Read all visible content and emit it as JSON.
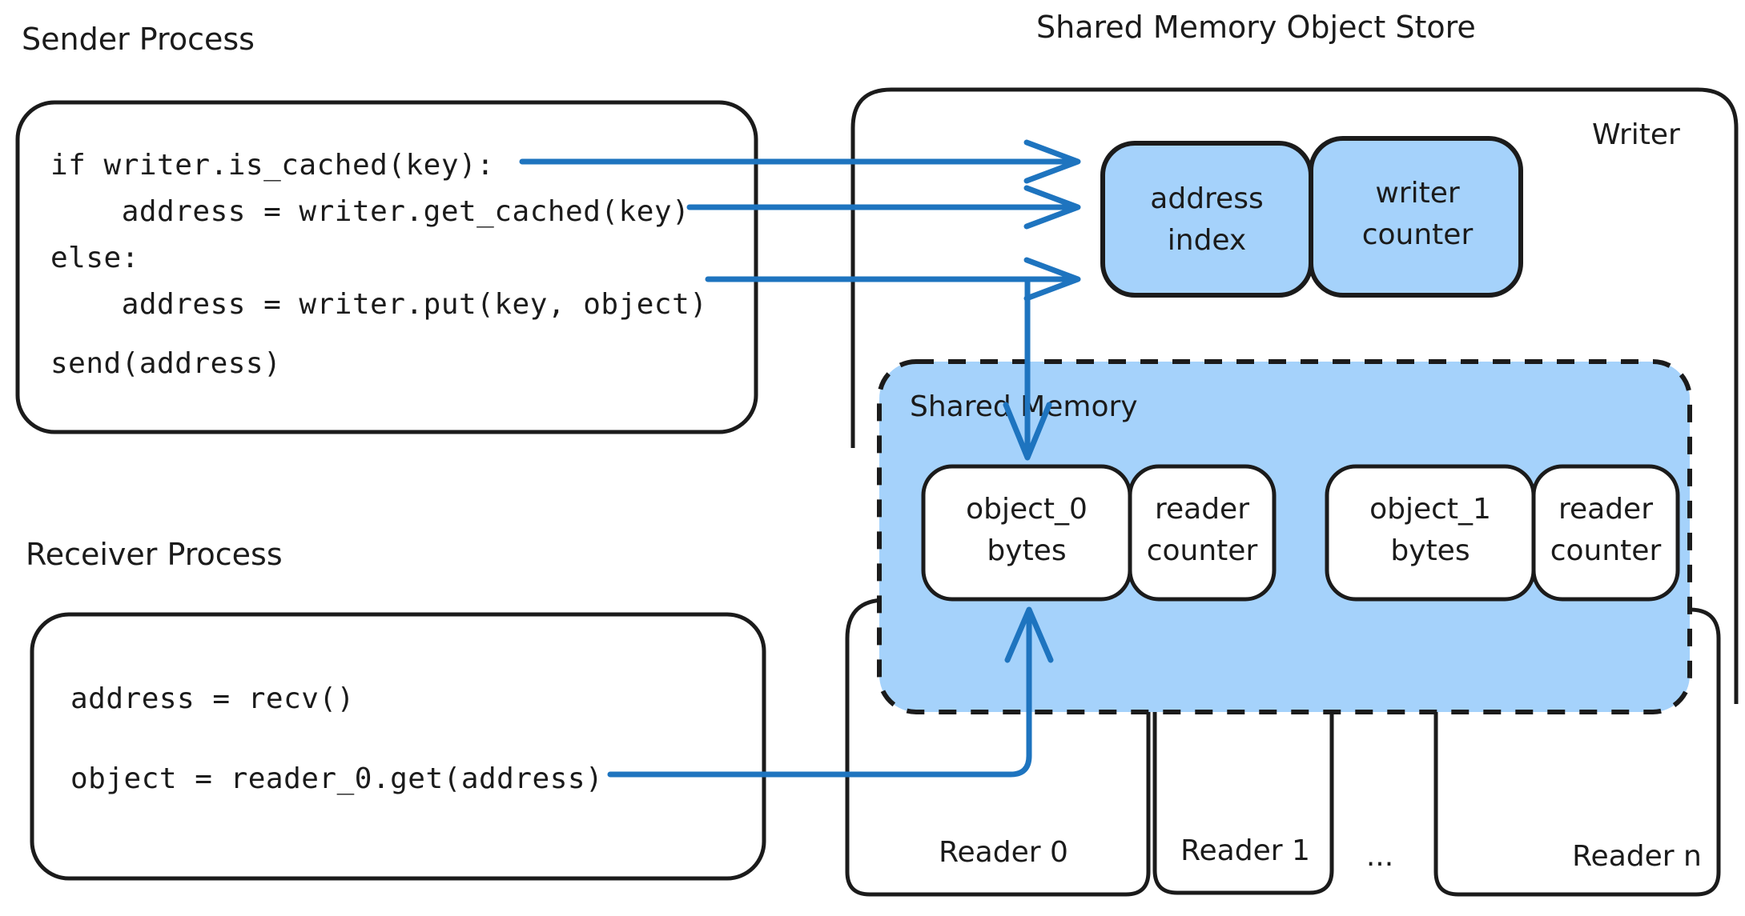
{
  "diagram": {
    "title_sender": "Sender Process",
    "title_receiver": "Receiver Process",
    "title_store": "Shared Memory Object Store",
    "label_writer": "Writer",
    "label_shared_memory": "Shared Memory"
  },
  "sender_code": {
    "line1": "if writer.is_cached(key):",
    "line2": "    address = writer.get_cached(key)",
    "line3": "else:",
    "line4": "    address = writer.put(key, object)",
    "line5": "",
    "line6": "send(address)"
  },
  "receiver_code": {
    "line1": "address = recv()",
    "line2": "",
    "line3": "object = reader_0.get(address)"
  },
  "writer_slots": [
    {
      "line1": "address",
      "line2": "index"
    },
    {
      "line1": "writer",
      "line2": "counter"
    }
  ],
  "shared_memory_slots": [
    {
      "line1": "object_0",
      "line2": "bytes"
    },
    {
      "line1": "reader",
      "line2": "counter"
    },
    {
      "line1": "object_1",
      "line2": "bytes"
    },
    {
      "line1": "reader",
      "line2": "counter"
    }
  ],
  "readers": [
    {
      "label": "Reader 0"
    },
    {
      "label": "Reader 1"
    },
    {
      "label": "..."
    },
    {
      "label": "Reader n"
    }
  ],
  "colors": {
    "accent_blue": "#1e74bf",
    "fill_light_blue": "#a5d2fb",
    "ink": "#1b1b1b",
    "background": "#ffffff"
  }
}
